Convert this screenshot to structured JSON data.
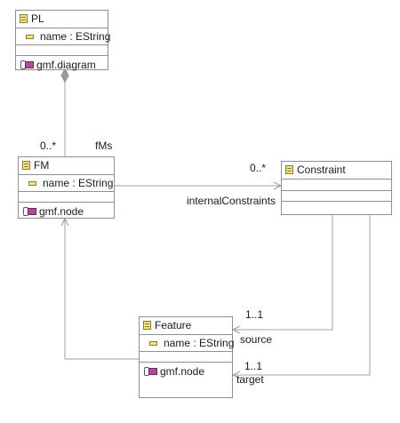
{
  "colors": {
    "line": "#a0a0a0",
    "border": "#8f8f8f",
    "class_icon_fill": "#f6e48c",
    "annotation_icon": "#b04a9a"
  },
  "classes": {
    "pl": {
      "name": "PL",
      "attributes": [
        "name : EString"
      ],
      "annotation": "gmf.diagram",
      "icon": "eclass-icon"
    },
    "fm": {
      "name": "FM",
      "attributes": [
        "name : EString"
      ],
      "annotation": "gmf.node",
      "icon": "eclass-icon"
    },
    "constraint": {
      "name": "Constraint",
      "attributes": [],
      "annotation": "",
      "icon": "eclass-icon"
    },
    "feature": {
      "name": "Feature",
      "attributes": [
        "name : EString"
      ],
      "annotation": "gmf.node",
      "icon": "eclass-icon"
    }
  },
  "references": {
    "fms": {
      "name": "fMs",
      "multiplicity": "0..*",
      "kind": "containment"
    },
    "internal_constraints": {
      "name": "internalConstraints",
      "multiplicity": "0..*"
    },
    "source": {
      "name": "source",
      "multiplicity": "1..1"
    },
    "target": {
      "name": "target",
      "multiplicity": "1..1"
    }
  }
}
